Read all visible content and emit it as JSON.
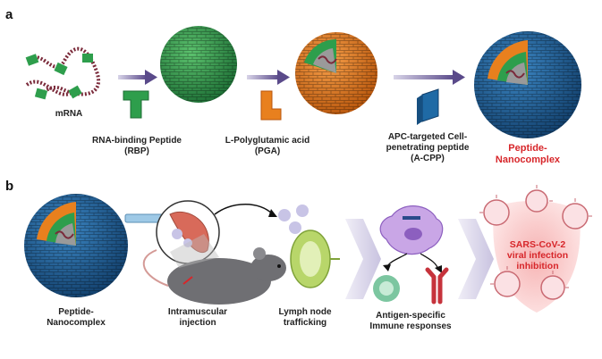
{
  "panel_a": {
    "letter": "a",
    "mrna_label": "mRNA",
    "rbp_label_1": "RNA-binding Peptide",
    "rbp_label_2": "(RBP)",
    "pga_label_1": "L-Polyglutamic acid",
    "pga_label_2": "(PGA)",
    "acpp_label_1": "APC-targeted Cell-",
    "acpp_label_2": "penetrating peptide",
    "acpp_label_3": "(A-CPP)",
    "final_label_1": "Peptide-",
    "final_label_2": "Nanocomplex"
  },
  "panel_b": {
    "letter": "b",
    "nano_label_1": "Peptide-",
    "nano_label_2": "Nanocomplex",
    "im_label_1": "Intramuscular",
    "im_label_2": "injection",
    "lymph_label_1": "Lymph node",
    "lymph_label_2": "trafficking",
    "immune_label_1": "Antigen-specific",
    "immune_label_2": "Immune responses",
    "virus_label_1": "SARS-CoV-2",
    "virus_label_2": "viral infection",
    "virus_label_3": "inhibition"
  },
  "colors": {
    "rbp_green": "#2e9e4c",
    "pga_orange": "#e8801e",
    "acpp_blue": "#1f6aa5",
    "accent_red": "#d7262a",
    "arrow_purple": "#6b5b9a"
  }
}
